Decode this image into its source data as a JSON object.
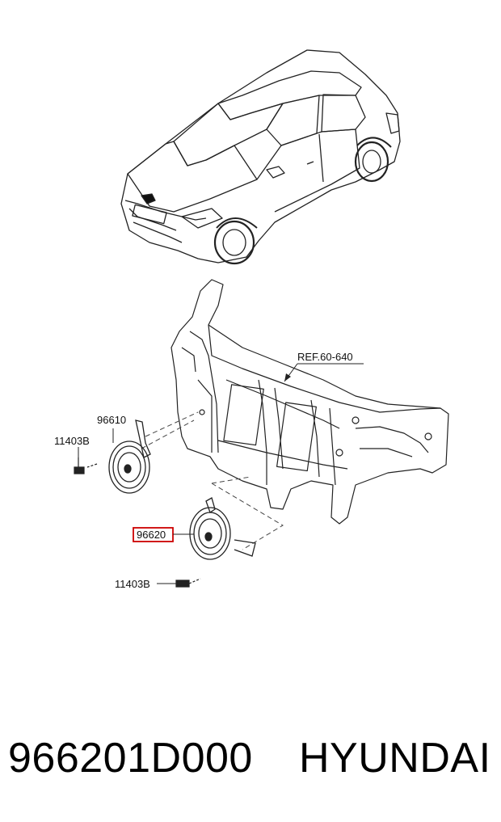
{
  "diagram": {
    "ref_label": "REF.60-640",
    "callouts": {
      "horn_low": "96610",
      "horn_high": "96620",
      "bolt_upper": "11403B",
      "bolt_lower": "11403B"
    },
    "highlight_color": "#cc0000"
  },
  "footer": {
    "part_number": "966201D000",
    "brand": "HYUNDAI"
  }
}
